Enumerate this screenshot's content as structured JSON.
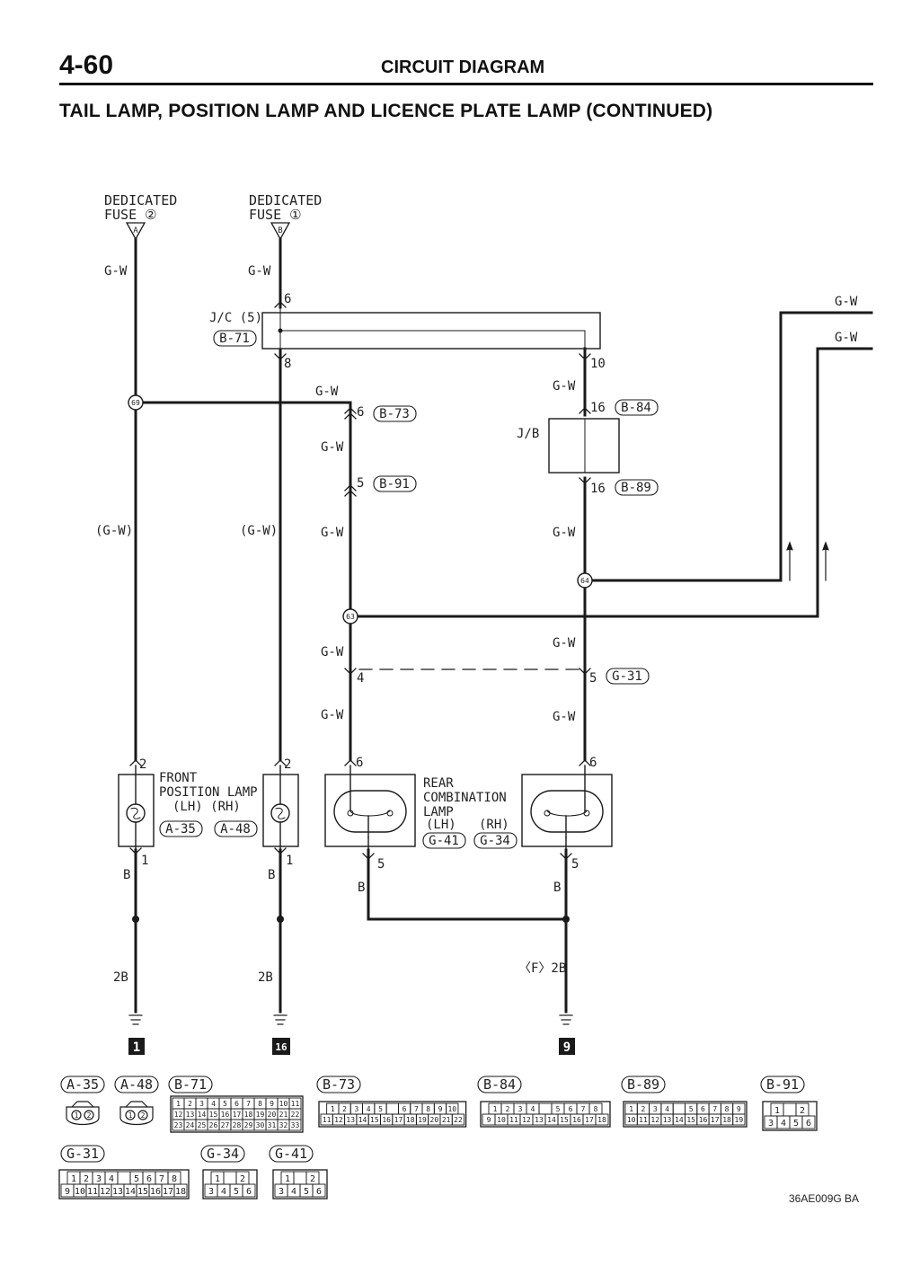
{
  "header": {
    "page_number": "4-60",
    "section_title": "CIRCUIT DIAGRAM",
    "diagram_title": "TAIL LAMP, POSITION LAMP AND LICENCE PLATE LAMP (CONTINUED)"
  },
  "fuses": {
    "fuse2": {
      "line1": "DEDICATED",
      "line2": "FUSE ②",
      "terminal": "A"
    },
    "fuse1": {
      "line1": "DEDICATED",
      "line2": "FUSE ①",
      "terminal": "B"
    }
  },
  "wire_labels": {
    "gw": "G-W",
    "gw_paren": "(G-W)",
    "b": "B",
    "b2": "2B",
    "f2b": "〈F〉2B"
  },
  "junction_block_jc": {
    "name": "J/C (5)",
    "connector": "B-71",
    "pin_in": "6",
    "pin_out1": "8",
    "pin_out2": "10"
  },
  "junction_block_jb": {
    "name": "J/B",
    "pin_in": "16",
    "conn_in": "B-84",
    "pin_out": "16",
    "conn_out": "B-89"
  },
  "splices": {
    "s69": "69",
    "s64": "64",
    "s63": "63"
  },
  "connectors_on_lines": {
    "b73": {
      "pin": "6",
      "name": "B-73"
    },
    "b91": {
      "pin": "5",
      "name": "B-91"
    },
    "g31_left_pin": "4",
    "g31": {
      "pin": "5",
      "name": "G-31"
    }
  },
  "front_position_lamp": {
    "line1": "FRONT",
    "line2": "POSITION LAMP",
    "line3": "(LH) (RH)",
    "conn_lh": "A-35",
    "conn_rh": "A-48",
    "pin_in": "2",
    "pin_out": "1"
  },
  "rear_combination_lamp": {
    "line1": "REAR",
    "line2": "COMBINATION",
    "line3": "LAMP",
    "line4": "(LH)   (RH)",
    "conn_lh": "G-41",
    "conn_rh": "G-34",
    "pin_in": "6",
    "pin_out": "5"
  },
  "ground_points": {
    "g1": "1",
    "g16": "16",
    "g9": "9"
  },
  "connector_legend": [
    {
      "name": "A-35"
    },
    {
      "name": "A-48"
    },
    {
      "name": "B-71"
    },
    {
      "name": "B-73"
    },
    {
      "name": "B-84"
    },
    {
      "name": "B-89"
    },
    {
      "name": "B-91"
    },
    {
      "name": "G-31"
    },
    {
      "name": "G-34"
    },
    {
      "name": "G-41"
    }
  ],
  "legend_pins": {
    "round2": [
      "1",
      "2"
    ],
    "b71": [
      [
        "1",
        "2",
        "3",
        "4",
        "5",
        "6",
        "7",
        "8",
        "9",
        "10",
        "11"
      ],
      [
        "12",
        "13",
        "14",
        "15",
        "16",
        "17",
        "18",
        "19",
        "20",
        "21",
        "22"
      ],
      [
        "23",
        "24",
        "25",
        "26",
        "27",
        "28",
        "29",
        "30",
        "31",
        "32",
        "33"
      ]
    ],
    "b73": [
      [
        "1",
        "2",
        "3",
        "4",
        "5",
        "",
        "6",
        "7",
        "8",
        "9",
        "10"
      ],
      [
        "11",
        "12",
        "13",
        "14",
        "15",
        "16",
        "17",
        "18",
        "19",
        "20",
        "21",
        "22"
      ]
    ],
    "b84": [
      [
        "1",
        "2",
        "3",
        "4",
        "",
        "5",
        "6",
        "7",
        "8"
      ],
      [
        "9",
        "10",
        "11",
        "12",
        "13",
        "14",
        "15",
        "16",
        "17",
        "18"
      ]
    ],
    "b89": [
      [
        "1",
        "2",
        "3",
        "4",
        "",
        "5",
        "6",
        "7",
        "8",
        "9"
      ],
      [
        "10",
        "11",
        "12",
        "13",
        "14",
        "15",
        "16",
        "17",
        "18",
        "19"
      ]
    ],
    "b91": [
      [
        "1",
        "",
        "2"
      ],
      [
        "3",
        "4",
        "5",
        "6"
      ]
    ],
    "g31": [
      [
        "1",
        "2",
        "3",
        "4",
        "",
        "5",
        "6",
        "7",
        "8"
      ],
      [
        "9",
        "10",
        "11",
        "12",
        "13",
        "14",
        "15",
        "16",
        "17",
        "18"
      ]
    ],
    "g34": [
      [
        "1",
        "",
        "2"
      ],
      [
        "3",
        "4",
        "5",
        "6"
      ]
    ],
    "g41": [
      [
        "1",
        "",
        "2"
      ],
      [
        "3",
        "4",
        "5",
        "6"
      ]
    ]
  },
  "doc_code": "36AE009G BA",
  "colors": {
    "ink": "#1a1a1a",
    "paper": "#ffffff"
  }
}
